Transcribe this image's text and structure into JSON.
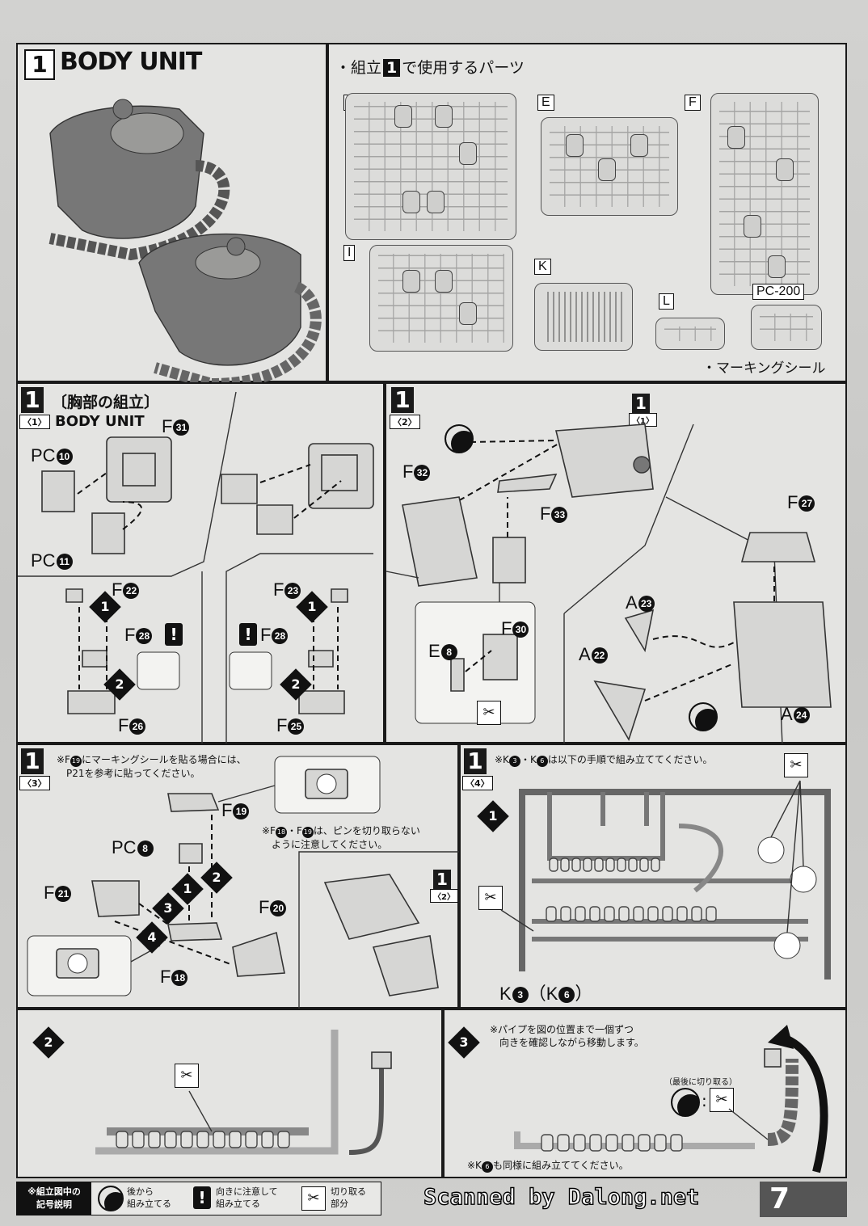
{
  "header": {
    "step_number": "1",
    "title": "BODY UNIT",
    "parts_used_label": "・組立",
    "parts_used_num": "1",
    "parts_used_suffix": "で使用するパーツ"
  },
  "runners": [
    "A",
    "E",
    "F",
    "I",
    "K",
    "L",
    "PC-200"
  ],
  "marking_seal": "・マーキングシール",
  "step1": {
    "num": "1",
    "sub": "〈1〉",
    "title": "〔胸部の組立〕",
    "subtitle": "BODY UNIT",
    "labels": {
      "f31": "F",
      "f31n": "31",
      "pc10": "PC",
      "pc10n": "10",
      "pc11": "PC",
      "pc11n": "11",
      "f22": "F",
      "f22n": "22",
      "f28a": "F",
      "f28an": "28",
      "f26": "F",
      "f26n": "26",
      "f23": "F",
      "f23n": "23",
      "f28b": "F",
      "f28bn": "28",
      "f25": "F",
      "f25n": "25"
    },
    "diamonds": [
      "1",
      "2",
      "1",
      "2"
    ]
  },
  "step2": {
    "num": "1",
    "sub": "〈2〉",
    "ref_num": "1",
    "ref_sub": "〈1〉",
    "labels": {
      "f32": "F",
      "f32n": "32",
      "f33": "F",
      "f33n": "33",
      "f30": "F",
      "f30n": "30",
      "e8": "E",
      "e8n": "8",
      "f27": "F",
      "f27n": "27",
      "a23": "A",
      "a23n": "23",
      "a22": "A",
      "a22n": "22",
      "a24": "A",
      "a24n": "24"
    }
  },
  "step3": {
    "num": "1",
    "sub": "〈3〉",
    "note1_a": "※F",
    "note1_n": "19",
    "note1_b": "にマーキングシールを貼る場合には、",
    "note1_c": "P21を参考に貼ってください。",
    "note2_a": "※F",
    "note2_n1": "18",
    "note2_mid": "・F",
    "note2_n2": "19",
    "note2_b": "は、ピンを切り取らない",
    "note2_c": "ように注意してください。",
    "labels": {
      "f19": "F",
      "f19n": "19",
      "pc8": "PC",
      "pc8n": "8",
      "f21": "F",
      "f21n": "21",
      "f20": "F",
      "f20n": "20",
      "f18": "F",
      "f18n": "18"
    },
    "diamonds": [
      "1",
      "2",
      "3",
      "4"
    ],
    "ref_num": "1",
    "ref_sub": "〈2〉"
  },
  "step4": {
    "num": "1",
    "sub": "〈4〉",
    "note_a": "※K",
    "note_n1": "3",
    "note_mid": "・K",
    "note_n2": "6",
    "note_b": "は以下の手順で組み立ててください。",
    "k_label_a": "K",
    "k_label_n1": "3",
    "k_label_b": "（K",
    "k_label_n2": "6",
    "k_label_c": "）",
    "diamond": "1"
  },
  "step5": {
    "diamond": "2"
  },
  "step6": {
    "diamond": "3",
    "note1": "※パイプを図の位置まで一個ずつ",
    "note2": "向きを確認しながら移動します。",
    "last_cut": "（最後に切り取る）",
    "colon": ":",
    "k6_a": "※K",
    "k6_n": "6",
    "k6_b": "も同様に組み立ててください。"
  },
  "legend": {
    "title1": "※組立図中の",
    "title2": "記号説明",
    "item1_a": "後から",
    "item1_b": "組み立てる",
    "item2_a": "向きに注意して",
    "item2_b": "組み立てる",
    "item3_a": "切り取る",
    "item3_b": "部分"
  },
  "footer": {
    "scanned": "Scanned by Dalong.net",
    "page": "7"
  }
}
